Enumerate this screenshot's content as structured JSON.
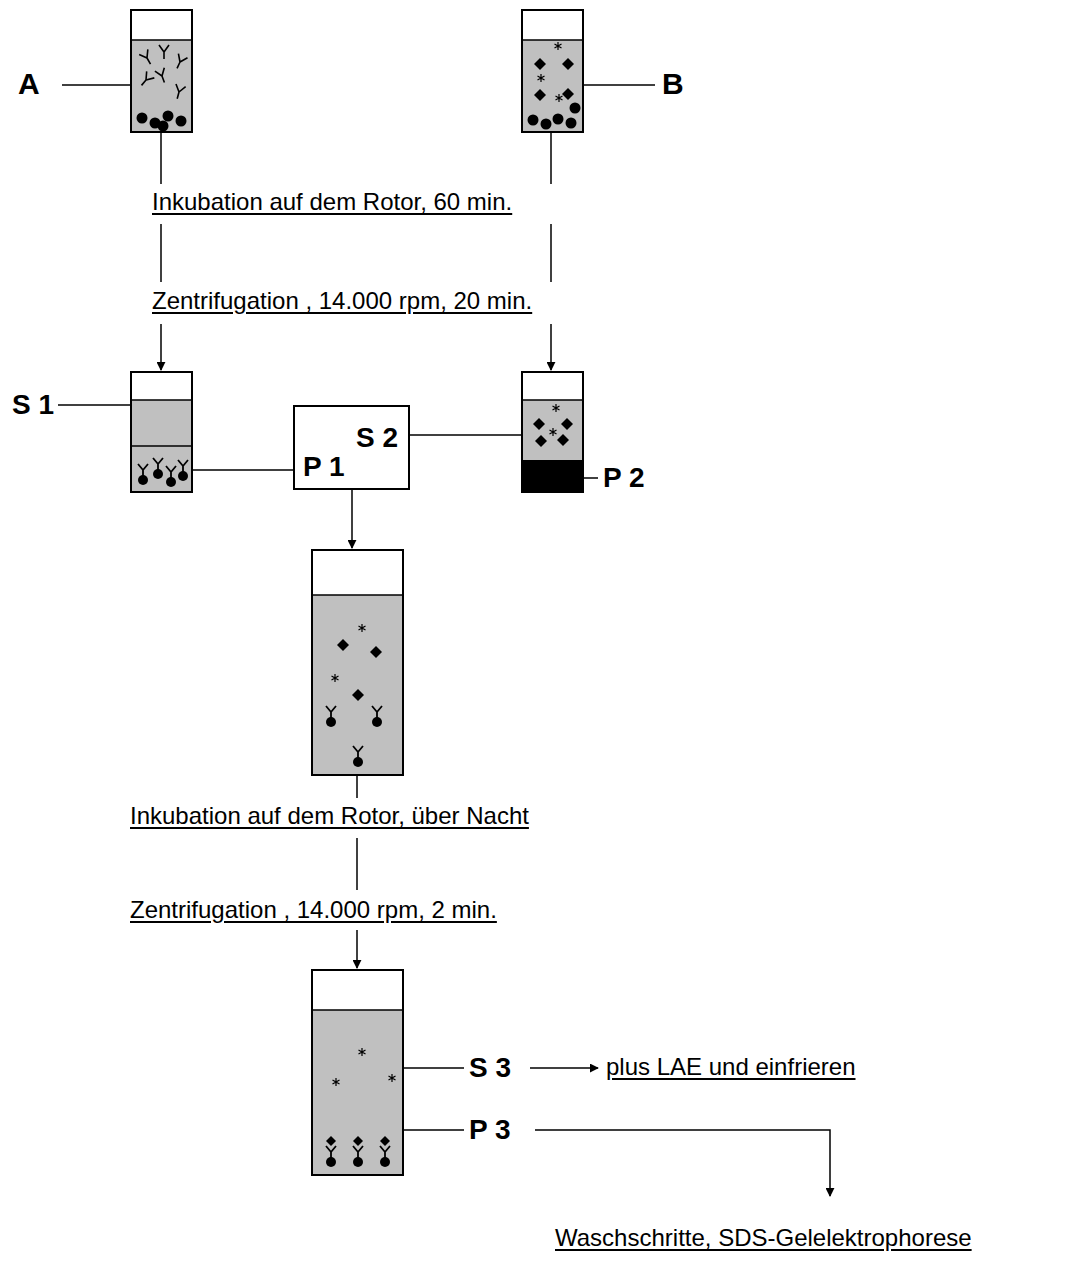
{
  "diagram": {
    "nodes": [
      {
        "text": [
          "S 2",
          "P 1"
        ]
      }
    ],
    "labels": [
      "A",
      "B",
      "Inkubation auf dem Rotor, 60 min.",
      "Zentrifugation , 14.000 rpm, 20 min.",
      "S 1",
      "P 2",
      "Inkubation auf dem Rotor, über Nacht",
      "Zentrifugation , 14.000 rpm, 2 min.",
      "S 3",
      "plus LAE und einfrieren",
      "P 3",
      "Waschschritte, SDS-Gelelektrophorese"
    ]
  }
}
